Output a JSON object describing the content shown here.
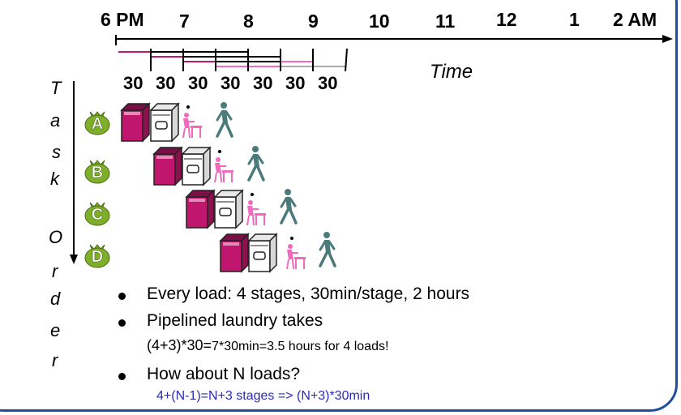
{
  "timeline": {
    "hour_labels": [
      "6 PM",
      "7",
      "8",
      "9",
      "10",
      "11",
      "12",
      "1",
      "2 AM"
    ],
    "axis_label": "Time",
    "durations": [
      "30",
      "30",
      "30",
      "30",
      "30",
      "30",
      "30"
    ]
  },
  "task_order_letters": [
    "T",
    "a",
    "s",
    "k",
    "O",
    "r",
    "d",
    "e",
    "r"
  ],
  "loads": [
    "A",
    "B",
    "C",
    "D"
  ],
  "icons": {
    "bag": "laundry-bag-icon",
    "washer": "washer-icon",
    "dryer": "dryer-icon",
    "folder": "folding-person-icon",
    "walker": "walking-person-icon"
  },
  "colors": {
    "washer": "#c0166d",
    "folder": "#f06bbd",
    "bag": "#7fae2b",
    "walker": "#4a7a7a",
    "formula": "#2b2bb8",
    "frame": "#1f4e9c"
  },
  "bullets": [
    "Every load: 4 stages, 30min/stage, 2 hours",
    "Pipelined laundry takes",
    "How about N loads?"
  ],
  "pipeline_detail": {
    "prefix": "(4+3)*30=",
    "rest": "7*30min=3.5 hours for 4 loads!"
  },
  "formula": "4+(N-1)=N+3 stages => (N+3)*30min"
}
